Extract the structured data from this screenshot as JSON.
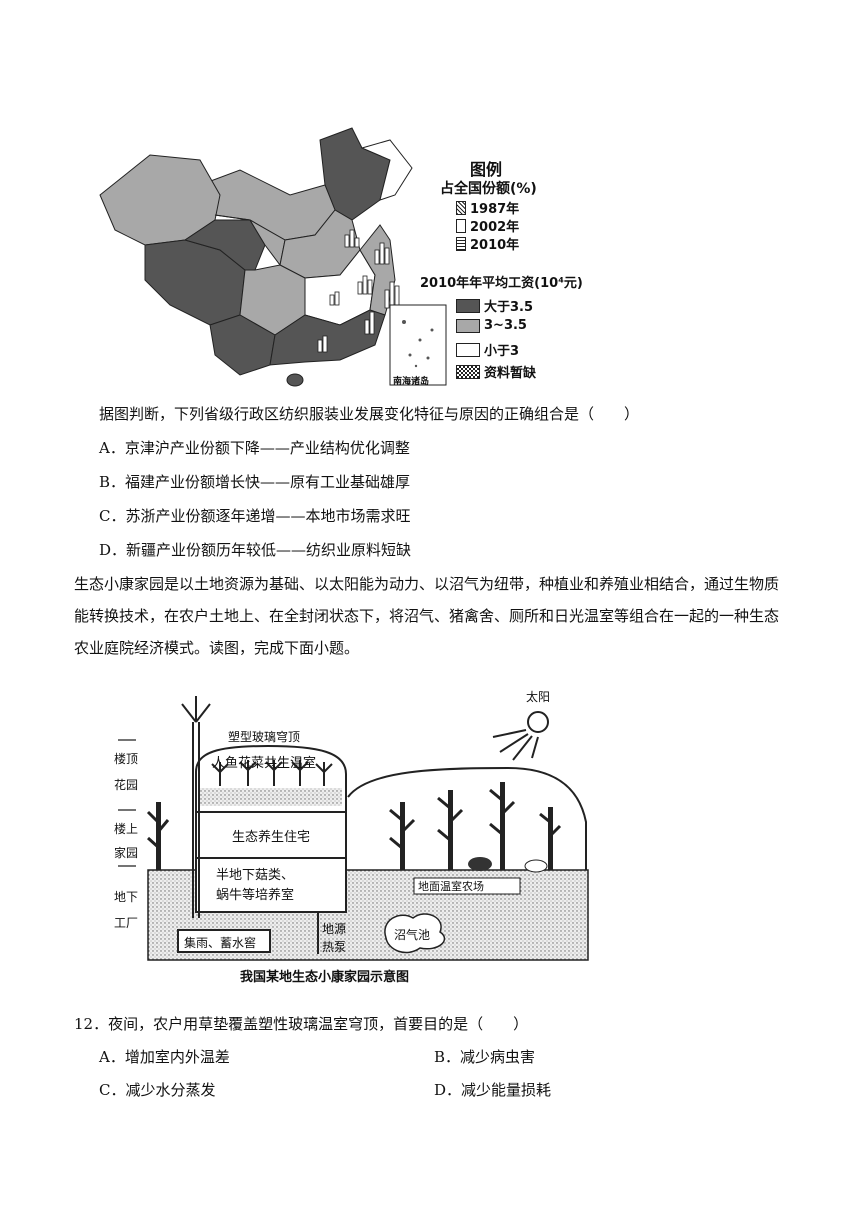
{
  "map": {
    "legend_title": "图例",
    "legend_subtitle": "占全国份额(%)",
    "bar_items": [
      "1987年",
      "2002年",
      "2010年"
    ],
    "wage_title": "2010年年平均工资(10⁴元)",
    "wage_items": [
      {
        "label": "大于3.5",
        "color": "#555555"
      },
      {
        "label": "3~3.5",
        "color": "#a8a8a8"
      },
      {
        "label": "小于3",
        "color": "#ffffff"
      },
      {
        "label": "资料暂缺",
        "color": "#777777"
      }
    ],
    "inset_label": "南海诸岛"
  },
  "q11": {
    "stem": "据图判断，下列省级行政区纺织服装业发展变化特征与原因的正确组合是（　　）",
    "options": [
      "A．京津沪产业份额下降——产业结构优化调整",
      "B．福建产业份额增长快——原有工业基础雄厚",
      "C．苏浙产业份额逐年递增——本地市场需求旺",
      "D．新疆产业份额历年较低——纺织业原料短缺"
    ]
  },
  "intro": "生态小康家园是以土地资源为基础、以太阳能为动力、以沼气为纽带，种植业和养殖业相结合，通过生物质能转换技术，在农户土地上、在全封闭状态下，将沼气、猪禽舍、厕所和日光温室等组合在一起的一种生态农业庭院经济模式。读图，完成下面小题。",
  "diagram": {
    "sun": "太阳",
    "dome": "塑型玻璃穹顶",
    "greenhouse": "人鱼花菜共生温室",
    "roof_garden": [
      "楼顶",
      "花园"
    ],
    "upper_home": [
      "楼上",
      "家园"
    ],
    "underground": [
      "地下",
      "工厂"
    ],
    "residence": "生态养生住宅",
    "basement": [
      "半地下菇类、",
      "蜗牛等培养室"
    ],
    "field": "地面温室农场",
    "water": "集雨、蓄水窖",
    "heatpump": [
      "地源",
      "热泵"
    ],
    "biogas": "沼气池",
    "caption": "我国某地生态小康家园示意图"
  },
  "q12": {
    "stem": "12．夜间，农户用草垫覆盖塑性玻璃温室穹顶，首要目的是（　　）",
    "options": [
      "A．增加室内外温差",
      "B．减少病虫害",
      "C．减少水分蒸发",
      "D．减少能量损耗"
    ]
  }
}
